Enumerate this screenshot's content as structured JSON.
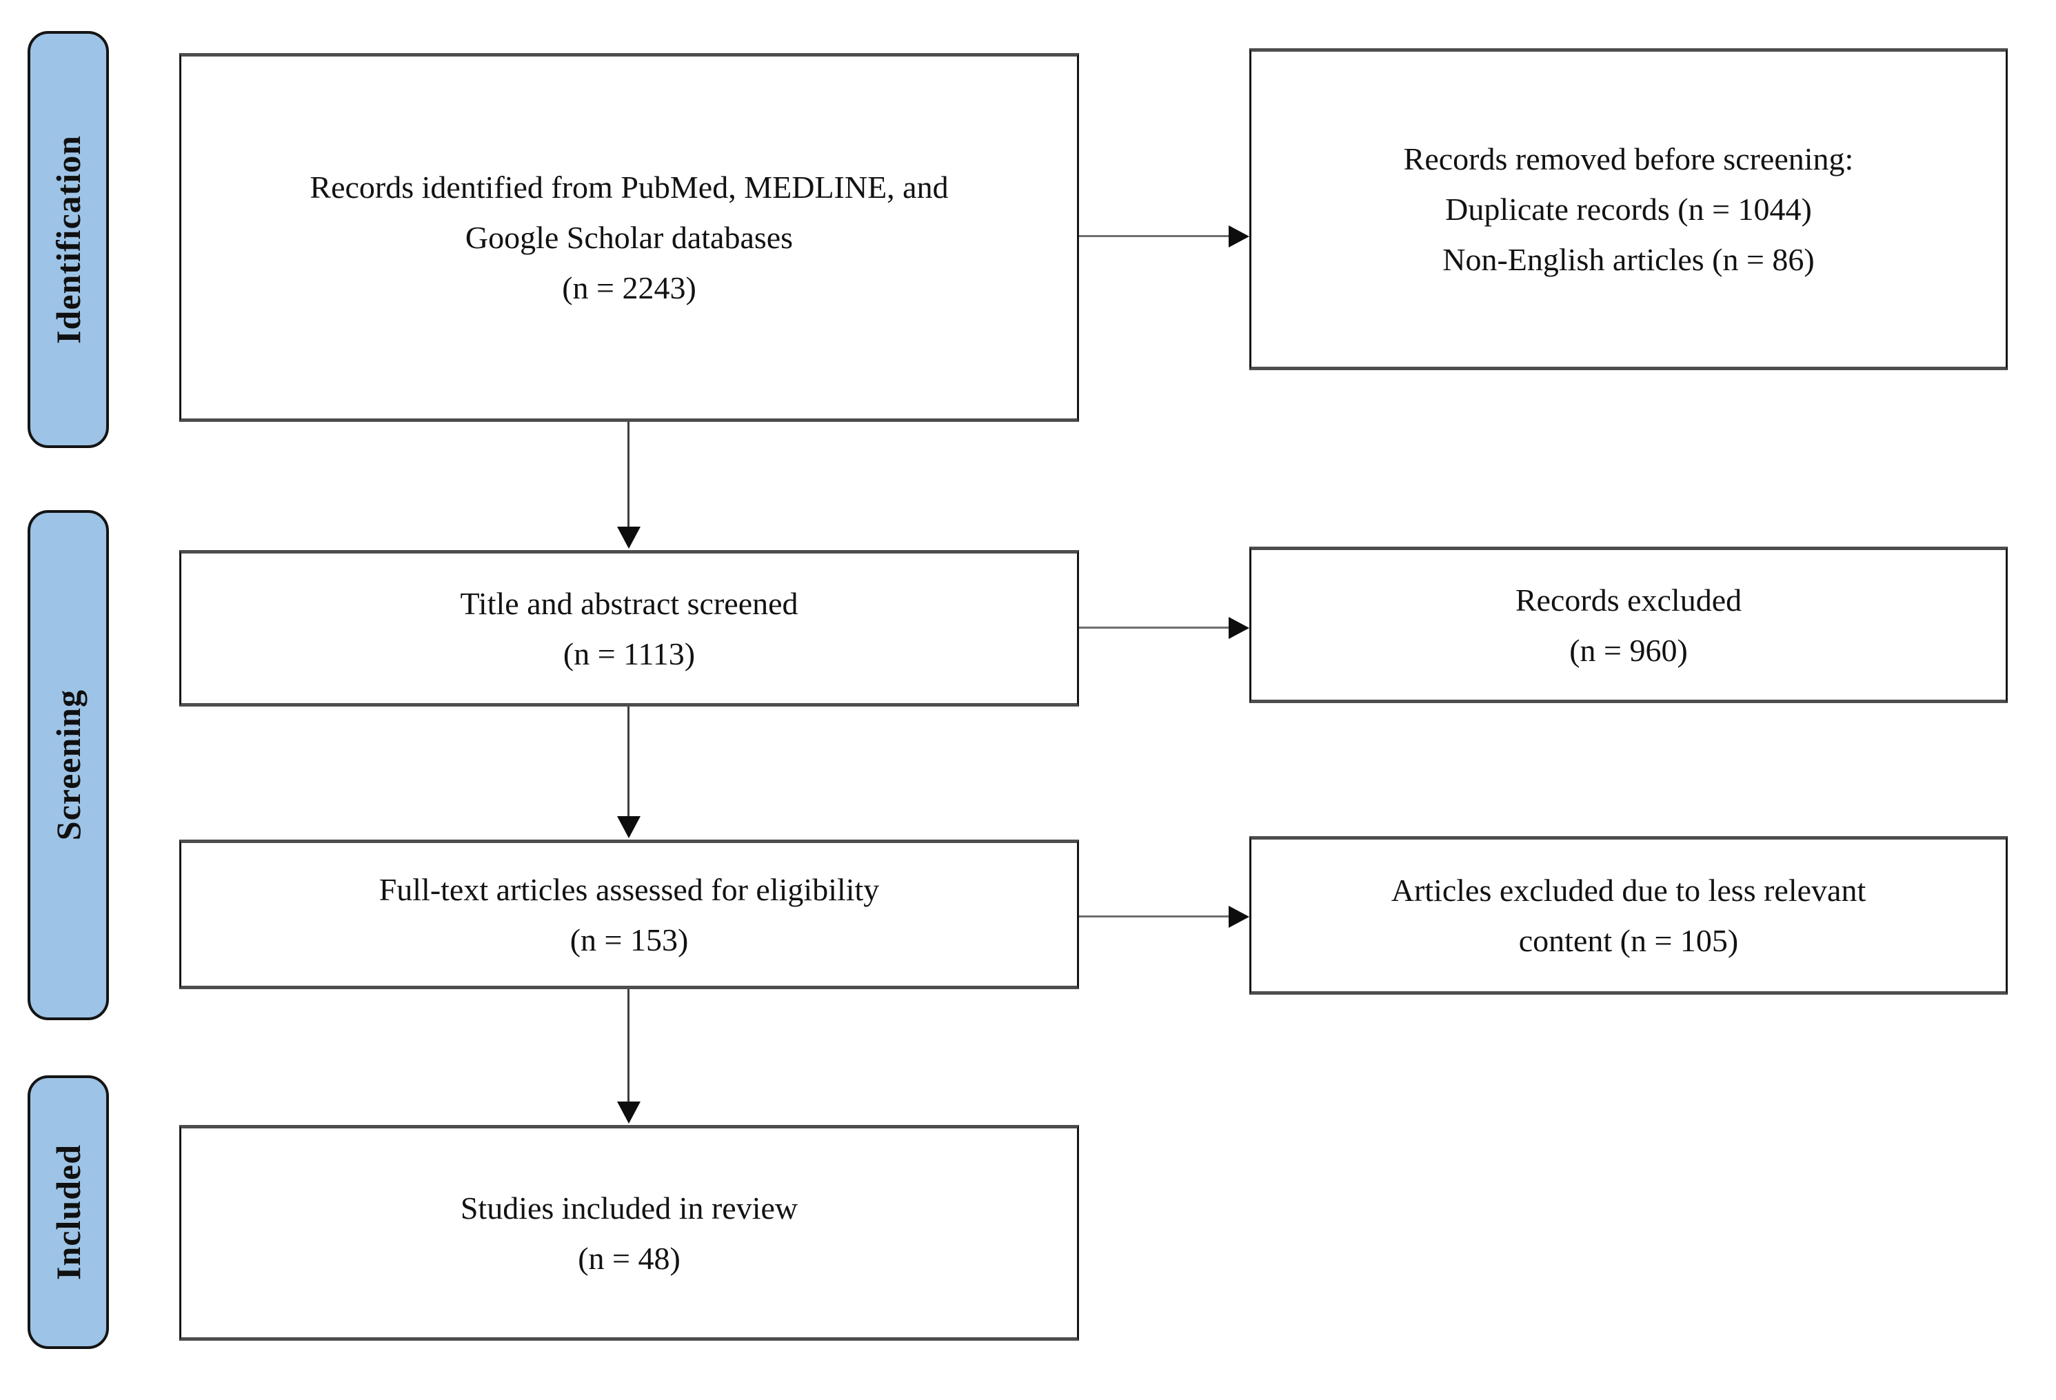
{
  "colors": {
    "badge_fill": "#9DC3E6",
    "badge_border": "#141414",
    "box_border": "#161616",
    "box_rule": "#4d4d4d",
    "arrow_line_h": "#6e6e6e",
    "arrow_line_v": "#3d3d3d",
    "arrowhead": "#0d0d0d"
  },
  "stages": {
    "identification": "Identification",
    "screening": "Screening",
    "included": "Included"
  },
  "boxes": {
    "records_identified": "Records identified from PubMed, MEDLINE, and\nGoogle Scholar databases\n(n = 2243)",
    "records_removed": "Records removed before screening:\nDuplicate records (n = 1044)\nNon-English articles (n = 86)",
    "title_abstract_screened": "Title and abstract screened\n(n = 1113)",
    "records_excluded": "Records excluded\n(n = 960)",
    "fulltext_assessed": "Full-text articles assessed for eligibility\n(n = 153)",
    "articles_excluded": "Articles excluded due to less relevant\ncontent (n = 105)",
    "studies_included": "Studies included in review\n(n = 48)"
  },
  "counts": {
    "identified": 2243,
    "duplicates_removed": 1044,
    "non_english_removed": 86,
    "title_abstract_screened": 1113,
    "records_excluded": 960,
    "fulltext_assessed": 153,
    "articles_excluded_less_relevant": 105,
    "studies_included": 48
  }
}
